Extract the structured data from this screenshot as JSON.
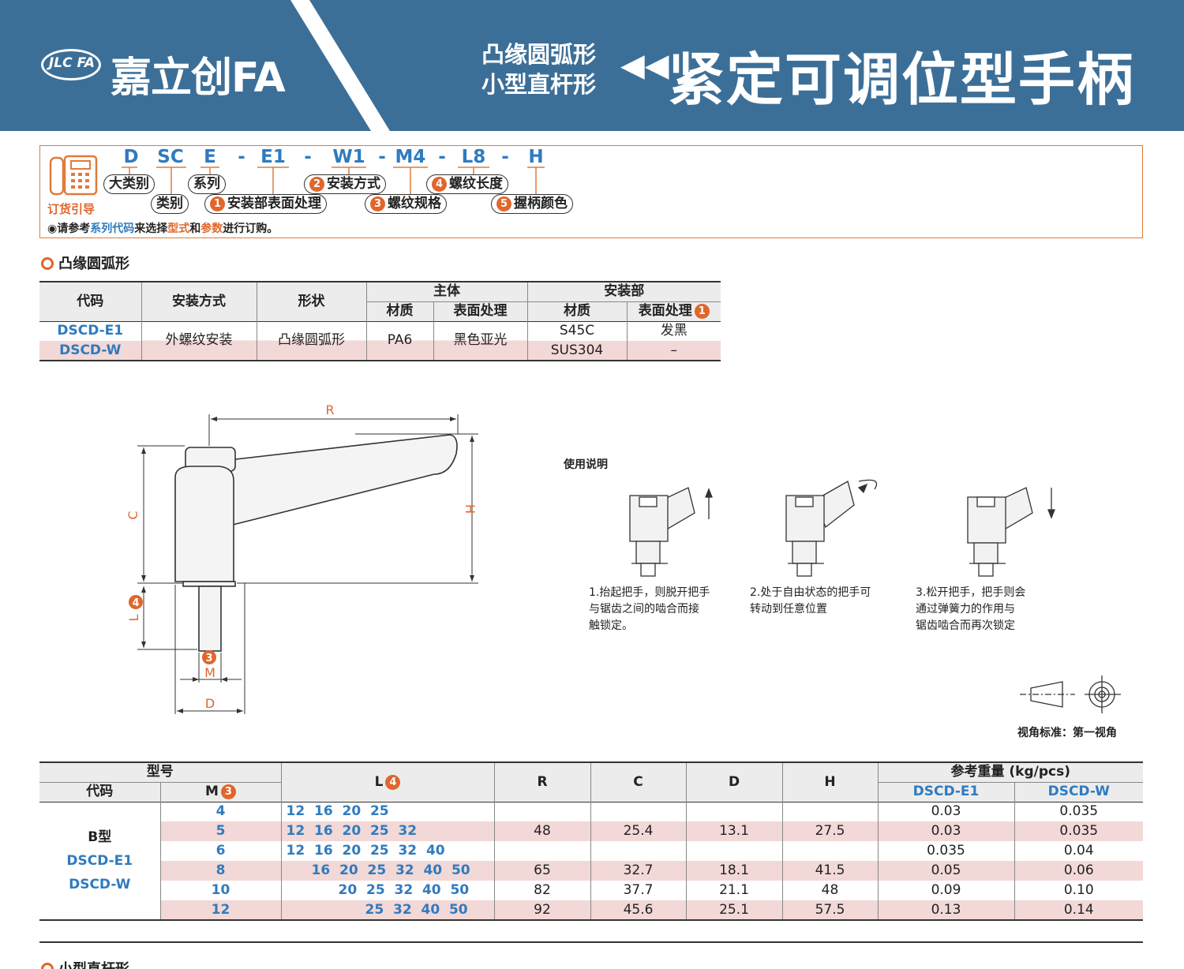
{
  "header": {
    "logo_mark": "JLC FA",
    "logo_text": "嘉立创FA",
    "subtitle_line1": "凸缘圆弧形",
    "subtitle_line2": "小型直杆形",
    "title": "紧定可调位型手柄",
    "colors": {
      "band": "#3c6f98",
      "accent": "#e0662c",
      "code_blue": "#2f7bbf"
    }
  },
  "order_guide": {
    "label": "订货引导",
    "codes": [
      "D",
      "SC",
      "E",
      "-",
      "E1",
      "-",
      "W1",
      "-",
      "M4",
      "-",
      "L8",
      "-",
      "H"
    ],
    "pills": {
      "main_category": "大类别",
      "category": "类别",
      "series": "系列",
      "p1": "安装部表面处理",
      "p2": "安装方式",
      "p3": "螺纹规格",
      "p4": "螺纹长度",
      "p5": "握柄颜色"
    },
    "nums": [
      "1",
      "2",
      "3",
      "4",
      "5"
    ],
    "note": {
      "prefix": "◉请参考",
      "series_code": "系列代码",
      "mid": "来选择",
      "type": "型式",
      "and": "和",
      "params": "参数",
      "suffix": "进行订购。"
    }
  },
  "section1": {
    "title": "凸缘圆弧形"
  },
  "spec_table": {
    "headers": {
      "code": "代码",
      "mount": "安装方式",
      "shape": "形状",
      "body": "主体",
      "mount_part": "安装部",
      "material": "材质",
      "surface": "表面处理",
      "material2": "材质",
      "surface2": "表面处理"
    },
    "rows": [
      {
        "code": "DSCD-E1",
        "mount": "外螺纹安装",
        "shape": "凸缘圆弧形",
        "body_material": "PA6",
        "body_surface": "黑色亚光",
        "part_material": "S45C",
        "part_surface": "发黑"
      },
      {
        "code": "DSCD-W",
        "part_material": "SUS304",
        "part_surface": "–"
      }
    ]
  },
  "drawing": {
    "labels": {
      "R": "R",
      "C": "C",
      "H": "H",
      "L": "L",
      "M": "M",
      "D": "D",
      "n3": "3",
      "n4": "4"
    }
  },
  "usage": {
    "title": "使用说明",
    "steps": [
      [
        "1.抬起把手，则脱开把手",
        "与锯齿之间的啮合而接",
        "触锁定。"
      ],
      [
        "2.处于自由状态的把手可",
        "转动到任意位置"
      ],
      [
        "3.松开把手，把手则会",
        "通过弹簧力的作用与",
        "锯齿啮合而再次锁定"
      ]
    ]
  },
  "projection": {
    "label": "视角标准：第一视角"
  },
  "dim_table": {
    "headers": {
      "model": "型号",
      "code": "代码",
      "M": "M",
      "L": "L",
      "R": "R",
      "C": "C",
      "D": "D",
      "H": "H",
      "weight": "参考重量 (kg/pcs)",
      "w1": "DSCD-E1",
      "w2": "DSCD-W"
    },
    "group": {
      "type": "B型",
      "code1": "DSCD-E1",
      "code2": "DSCD-W"
    },
    "rows": [
      {
        "M": "4",
        "L": "12  16  20  25",
        "R": "",
        "C": "",
        "D": "",
        "H": "",
        "w1": "0.03",
        "w2": "0.035"
      },
      {
        "M": "5",
        "L": "12  16  20  25  32",
        "R": "48",
        "C": "25.4",
        "D": "13.1",
        "H": "27.5",
        "w1": "0.03",
        "w2": "0.035"
      },
      {
        "M": "6",
        "L": "12  16  20  25  32  40",
        "R": "",
        "C": "",
        "D": "",
        "H": "",
        "w1": "0.035",
        "w2": "0.04"
      },
      {
        "M": "8",
        "L": "16  20  25  32  40  50",
        "R": "65",
        "C": "32.7",
        "D": "18.1",
        "H": "41.5",
        "w1": "0.05",
        "w2": "0.06"
      },
      {
        "M": "10",
        "L": "20  25  32  40  50",
        "R": "82",
        "C": "37.7",
        "D": "21.1",
        "H": "48",
        "w1": "0.09",
        "w2": "0.10"
      },
      {
        "M": "12",
        "L": "25  32  40  50",
        "R": "92",
        "C": "45.6",
        "D": "25.1",
        "H": "57.5",
        "w1": "0.13",
        "w2": "0.14"
      }
    ]
  },
  "section2": {
    "title": "小型直杆形"
  }
}
